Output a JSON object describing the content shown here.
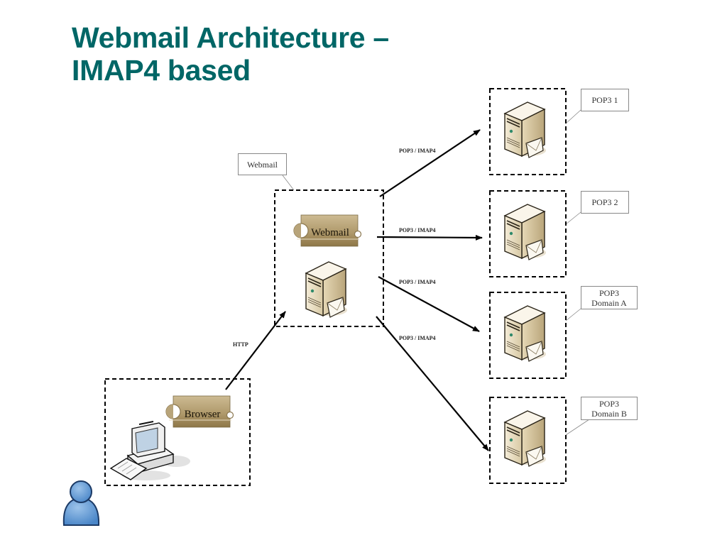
{
  "slide": {
    "title_line1": "Webmail Architecture –",
    "title_line2": "IMAP4 based",
    "title_color": "#006666"
  },
  "nodes": {
    "user": {
      "icon": "user-icon"
    },
    "client": {
      "component_label": "Browser",
      "icon": "desktop-computer-icon"
    },
    "webmail": {
      "callout": "Webmail",
      "component_label": "Webmail",
      "icon": "mail-server-icon"
    },
    "servers": [
      {
        "callout_line1": "POP3 1",
        "callout_line2": "",
        "icon": "mail-server-icon"
      },
      {
        "callout_line1": "POP3 2",
        "callout_line2": "",
        "icon": "mail-server-icon"
      },
      {
        "callout_line1": "POP3",
        "callout_line2": "Domain A",
        "icon": "mail-server-icon"
      },
      {
        "callout_line1": "POP3",
        "callout_line2": "Domain B",
        "icon": "mail-server-icon"
      }
    ]
  },
  "edges": [
    {
      "from": "client",
      "to": "webmail",
      "label": "HTTP"
    },
    {
      "from": "webmail",
      "to": "POP3 1",
      "label": "POP3 / IMAP4"
    },
    {
      "from": "webmail",
      "to": "POP3 2",
      "label": "POP3 / IMAP4"
    },
    {
      "from": "webmail",
      "to": "POP3 Domain A",
      "label": "POP3 / IMAP4"
    },
    {
      "from": "webmail",
      "to": "POP3 Domain B",
      "label": "POP3 / IMAP4"
    }
  ]
}
